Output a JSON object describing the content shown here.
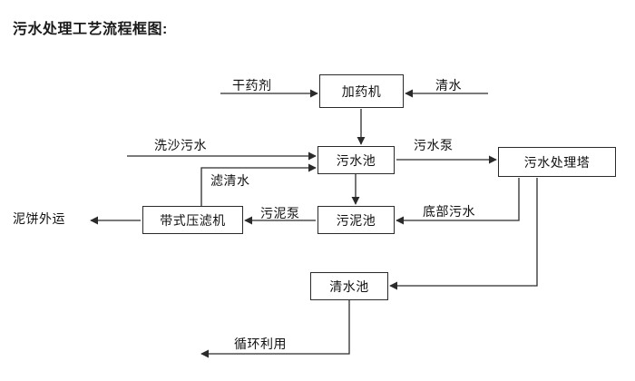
{
  "document": {
    "title": "污水处理工艺流程框图:"
  },
  "diagram": {
    "type": "flowchart",
    "orientation": "top-down",
    "nodes": [
      {
        "id": "dosing",
        "label": "加药机",
        "shape": "rectangle"
      },
      {
        "id": "sewage_pool",
        "label": "污水池",
        "shape": "rectangle"
      },
      {
        "id": "tower",
        "label": "污水处理塔",
        "shape": "rectangle"
      },
      {
        "id": "sludge_pool",
        "label": "污泥池",
        "shape": "rectangle"
      },
      {
        "id": "belt_press",
        "label": "带式压滤机",
        "shape": "rectangle"
      },
      {
        "id": "clear_pool",
        "label": "清水池",
        "shape": "rectangle"
      }
    ],
    "external_labels": [
      {
        "id": "dry_agent",
        "label": "干药剂"
      },
      {
        "id": "clear_water",
        "label": "清水"
      },
      {
        "id": "wash_sewage",
        "label": "洗沙污水"
      },
      {
        "id": "mud_cake",
        "label": "泥饼外运"
      }
    ],
    "edge_labels": [
      {
        "id": "sewage_pump",
        "label": "污水泵",
        "from": "sewage_pool",
        "to": "tower"
      },
      {
        "id": "filtered",
        "label": "滤清水",
        "from": "belt_press",
        "to": "sewage_pool"
      },
      {
        "id": "sludge_pump",
        "label": "污泥泵",
        "from": "sludge_pool",
        "to": "belt_press"
      },
      {
        "id": "bottom_water",
        "label": "底部污水",
        "from": "tower",
        "to": "sludge_pool"
      },
      {
        "id": "recycle",
        "label": "循环利用",
        "from": "clear_pool",
        "to": "reuse"
      }
    ],
    "colors": {
      "stroke": "#2b2b2b",
      "text": "#111111",
      "background": "#ffffff"
    }
  }
}
